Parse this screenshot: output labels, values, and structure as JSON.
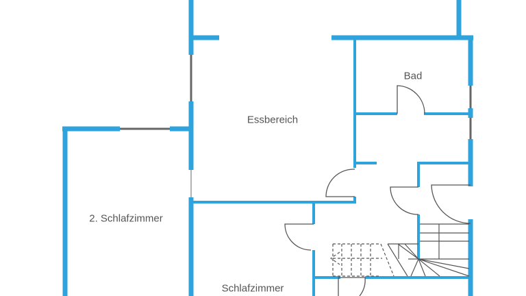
{
  "rooms": {
    "essbereich": "Essbereich",
    "bad": "Bad",
    "schlafzimmer2": "2. Schlafzimmer",
    "schlafzimmer": "Schlafzimmer"
  },
  "colors": {
    "wall": "#2fa3dc",
    "window": "#666666",
    "line": "#555555"
  }
}
